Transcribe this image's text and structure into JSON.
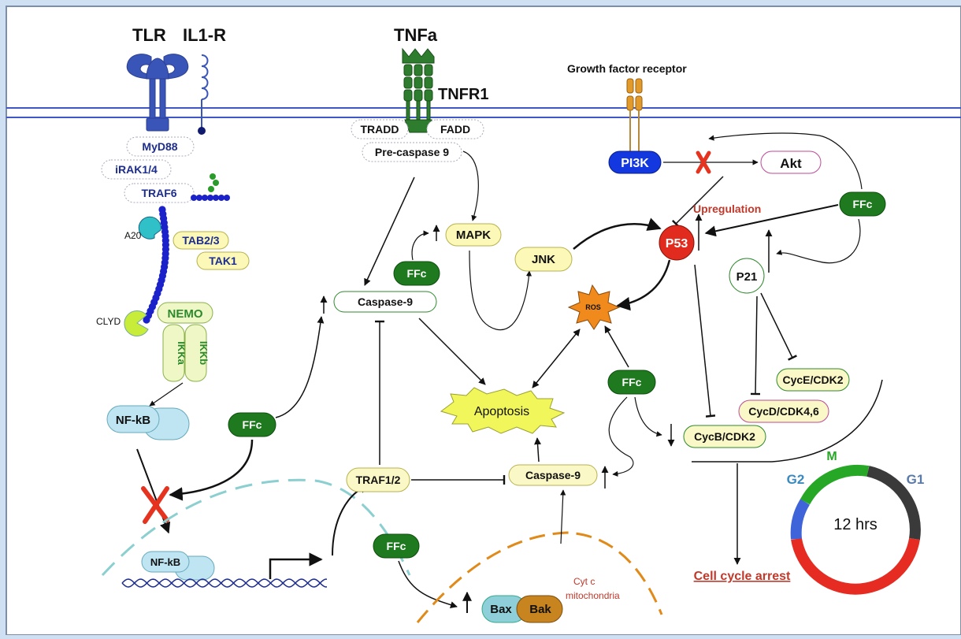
{
  "labels": {
    "tlr": "TLR",
    "il1r": "IL1-R",
    "tnfa": "TNFa",
    "tnfr1": "TNFR1",
    "growth_factor_receptor": "Growth factor receptor",
    "myd88": "MyD88",
    "irak": "iRAK1/4",
    "traf6": "TRAF6",
    "a20": "A20",
    "tab23": "TAB2/3",
    "tak1": "TAK1",
    "clyd": "CLYD",
    "nemo": "NEMO",
    "ikka": "IKKa",
    "ikkb": "IKKb",
    "nfkb": "NF-kB",
    "nfkb_nucleus": "NF-kB",
    "tradd": "TRADD",
    "fadd": "FADD",
    "pre_caspase9": "Pre-caspase 9",
    "mapk": "MAPK",
    "jnk": "JNK",
    "caspase9_top": "Caspase-9",
    "caspase9_bottom": "Caspase-9",
    "traf12": "TRAF1/2",
    "apoptosis": "Apoptosis",
    "ros": "ROS",
    "pi3k": "PI3K",
    "akt": "Akt",
    "p53": "P53",
    "upregulation": "Upregulation",
    "p21": "P21",
    "cyce_cdk2": "CycE/CDK2",
    "cycd_cdk46": "CycD/CDK4,6",
    "cycb_cdk2": "CycB/CDK2",
    "cell_cycle_arrest": "Cell cycle arrest",
    "cytc": "Cyt c",
    "mitochondria": "mitochondria",
    "bax": "Bax",
    "bak": "Bak",
    "ffc": "FFc",
    "cycle_g2": "G2",
    "cycle_m": "M",
    "cycle_g1": "G1",
    "cycle_duration": "12 hrs"
  },
  "colors": {
    "background": "#cfe0f3",
    "panel": "#ffffff",
    "membrane": "#3f56c7",
    "tlr_receptor": "#3a55b8",
    "tnfr_receptor": "#1f6b1f",
    "gfr_receptor": "#e29a2a",
    "ffc_fill": "#1f7a1f",
    "p53_fill": "#e02b1e",
    "pi3k_fill": "#1438e0",
    "ros_fill": "#f08a1c",
    "apoptosis_fill": "#f1f75a",
    "inhibit_x": "#e53320",
    "cycle_m": "#26a826",
    "cycle_g1": "#3a3a3a",
    "cycle_s": "#e52b22",
    "cycle_g2": "#3f63d8",
    "cell_cycle_arrest_text": "#c0392b",
    "upregulation_text": "#c0392b"
  }
}
